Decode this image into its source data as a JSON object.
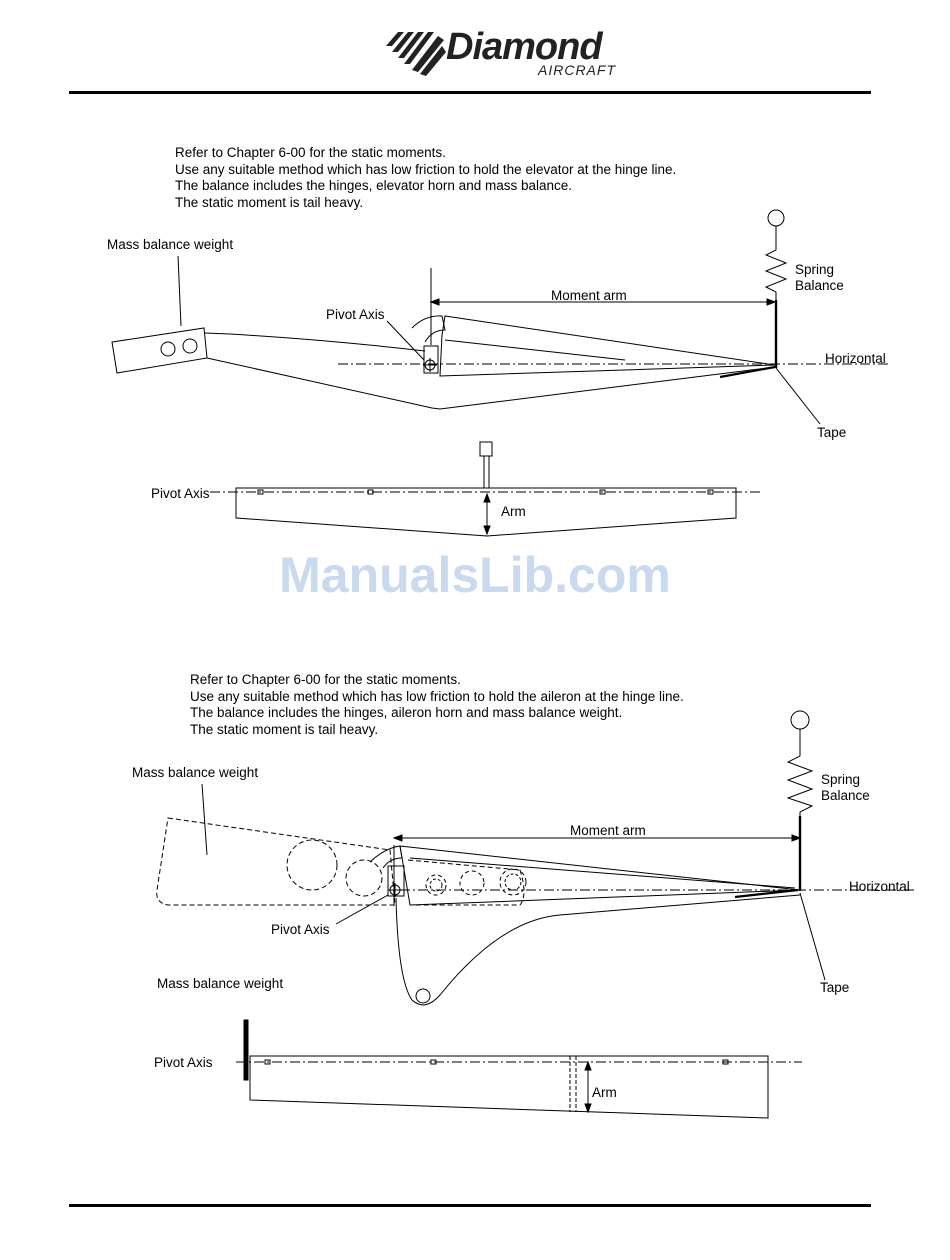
{
  "header": {
    "brand_name": "Diamond",
    "brand_sub": "AIRCRAFT"
  },
  "elevator": {
    "notes": [
      "Refer to Chapter 6-00 for the static moments.",
      "Use any suitable method which has low friction to hold the elevator at the hinge line.",
      "The balance includes the hinges, elevator horn and mass balance.",
      "The static moment is tail heavy."
    ],
    "labels": {
      "mass_balance": "Mass balance weight",
      "pivot_axis": "Pivot Axis",
      "moment_arm": "Moment arm",
      "spring_balance_1": "Spring",
      "spring_balance_2": "Balance",
      "horizontal": "Horizontal",
      "tape": "Tape",
      "pivot_axis_plan": "Pivot Axis",
      "arm": "Arm"
    }
  },
  "aileron": {
    "notes": [
      "Refer to Chapter 6-00 for the static moments.",
      "Use any suitable method which has low friction to hold the aileron at the hinge line.",
      "The balance includes the hinges,  aileron horn and mass balance weight.",
      "The static moment is tail heavy."
    ],
    "labels": {
      "mass_balance": "Mass balance weight",
      "pivot_axis": "Pivot Axis",
      "moment_arm": "Moment arm",
      "spring_balance_1": "Spring",
      "spring_balance_2": "Balance",
      "horizontal": "Horizontal",
      "tape": "Tape",
      "mass_balance_plan": "Mass balance weight",
      "pivot_axis_plan": "Pivot Axis",
      "arm": "Arm"
    }
  },
  "watermark": "ManualsLib.com"
}
